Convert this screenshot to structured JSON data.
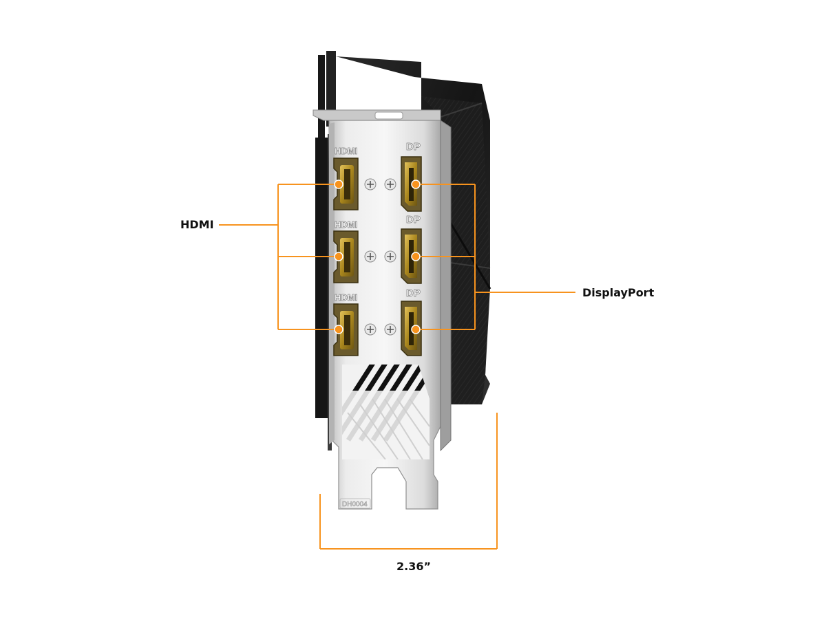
{
  "callouts": {
    "hdmi_label": "HDMI",
    "displayport_label": "DisplayPort",
    "width_label": "2.36”"
  },
  "bracket": {
    "port_labels": {
      "hdmi": "HDMI",
      "dp": "DP"
    },
    "stamp": "DH0004"
  },
  "colors": {
    "callout_orange": "#f7931e",
    "bracket_silver": "#d8d8d8",
    "cooler_black": "#1c1c1c",
    "port_gold": "#c9a227"
  }
}
